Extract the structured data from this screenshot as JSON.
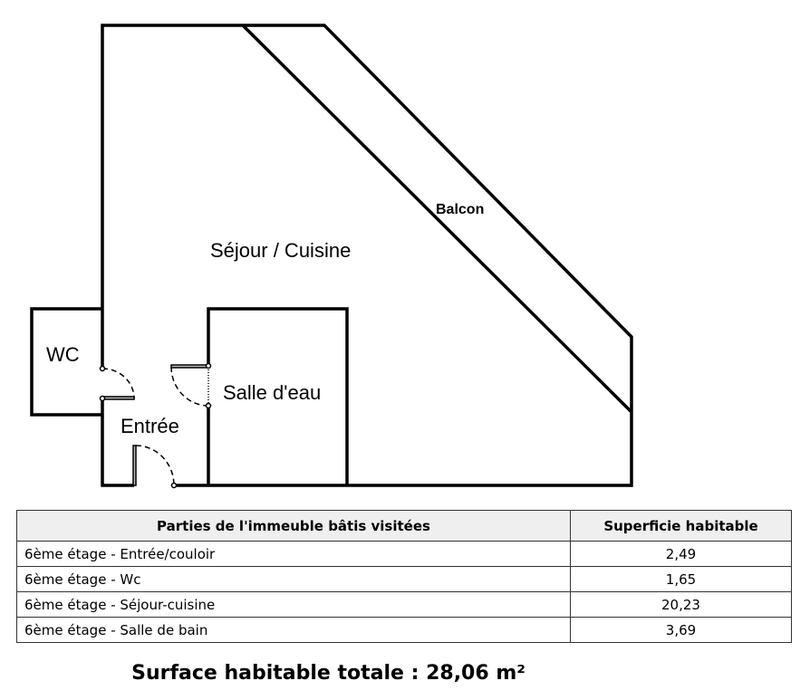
{
  "plan": {
    "rooms": {
      "sejour": "Séjour / Cuisine",
      "balcon": "Balcon",
      "wc": "WC",
      "salle_eau": "Salle d'eau",
      "entree": "Entrée"
    }
  },
  "table": {
    "headers": [
      "Parties de l'immeuble bâtis visitées",
      "Superficie habitable"
    ],
    "rows": [
      {
        "part": "6ème étage - Entrée/couloir",
        "area": "2,49"
      },
      {
        "part": "6ème étage - Wc",
        "area": "1,65"
      },
      {
        "part": "6ème étage - Séjour-cuisine",
        "area": "20,23"
      },
      {
        "part": "6ème étage - Salle de bain",
        "area": "3,69"
      }
    ]
  },
  "total": "Surface habitable totale : 28,06 m²"
}
